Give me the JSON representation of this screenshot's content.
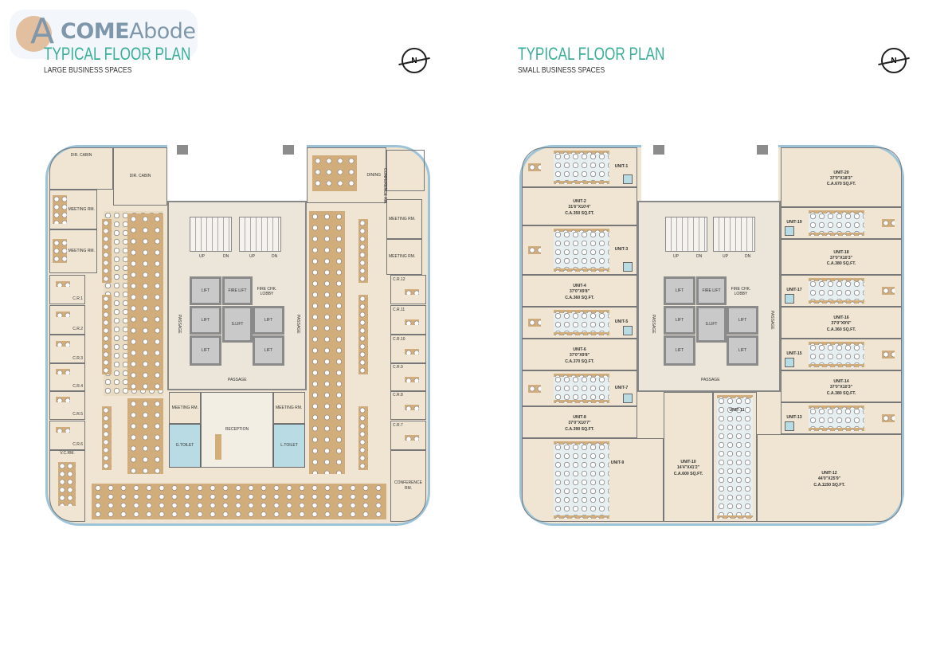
{
  "logo": {
    "brand_bold": "COME",
    "brand_light": "Abode"
  },
  "left": {
    "title": "TYPICAL FLOOR PLAN",
    "subtitle": "LARGE BUSINESS SPACES",
    "rooms": {
      "dir_cabin_1": "DIR. CABIN",
      "dir_cabin_2": "DIR. CABIN",
      "dining": "DINING",
      "meeting_1": "MEETING RM.",
      "meeting_2": "MEETING RM.",
      "meeting_3": "MEETING RM.",
      "meeting_4": "MEETING RM.",
      "meeting_5": "MEETING RM.",
      "meeting_6": "MEETING RM.",
      "conference_1": "CONFERENCE RM.",
      "conference_2": "CONFERENCE RM.",
      "vc_rm": "V.C.RM.",
      "reception": "RECEPTION",
      "g_toilet": "G.TOILET",
      "l_toilet": "L.TOILET",
      "cr_left": [
        "C.R.1",
        "C.R.2",
        "C.R.3",
        "C.R.4",
        "C.R.5",
        "C.R.6"
      ],
      "cr_right": [
        "C.R.12",
        "C.R.11",
        "C.R.10",
        "C.R.9",
        "C.R.8",
        "C.R.7"
      ]
    },
    "core": {
      "up1": "UP",
      "dn1": "DN",
      "up2": "UP",
      "dn2": "DN",
      "lift": "LIFT",
      "fire_lift": "FIRE LIFT",
      "s_lift": "S.LIFT",
      "fire_lobby": "FIRE CHK. LOBBY",
      "passage": "PASSAGE"
    }
  },
  "right": {
    "title": "TYPICAL FLOOR PLAN",
    "subtitle": "SMALL BUSINESS SPACES",
    "units": {
      "u1": {
        "name": "UNIT-1"
      },
      "u2": {
        "name": "UNIT-2",
        "dim": "31'6\"X10'4\"",
        "area": "C.A.350 SQ.FT."
      },
      "u3": {
        "name": "UNIT-3"
      },
      "u4": {
        "name": "UNIT-4",
        "dim": "37'0\"X9'8\"",
        "area": "C.A.360 SQ.FT."
      },
      "u5": {
        "name": "UNIT-5"
      },
      "u6": {
        "name": "UNIT-6",
        "dim": "37'0\"X9'8\"",
        "area": "C.A.370 SQ.FT."
      },
      "u7": {
        "name": "UNIT-7"
      },
      "u8": {
        "name": "UNIT-8",
        "dim": "37'0\"X10'7\"",
        "area": "C.A.390 SQ.FT."
      },
      "u9": {
        "name": "UNIT-9"
      },
      "u10": {
        "name": "UNIT-10",
        "dim": "14'4\"X41'2\"",
        "area": "C.A.600 SQ.FT."
      },
      "u11": {
        "name": "UNIT-11"
      },
      "u12": {
        "name": "UNIT-12",
        "dim": "44'0\"X25'9\"",
        "area": "C.A.1150 SQ.FT."
      },
      "u13": {
        "name": "UNIT-13"
      },
      "u14": {
        "name": "UNIT-14",
        "dim": "37'0\"X10'3\"",
        "area": "C.A.380 SQ.FT."
      },
      "u15": {
        "name": "UNIT-15"
      },
      "u16": {
        "name": "UNIT-16",
        "dim": "37'0\"X9'6\"",
        "area": "C.A.360 SQ.FT."
      },
      "u17": {
        "name": "UNIT-17"
      },
      "u18": {
        "name": "UNIT-18",
        "dim": "37'0\"X10'3\"",
        "area": "C.A.380 SQ.FT."
      },
      "u19": {
        "name": "UNIT-19"
      },
      "u20": {
        "name": "UNIT-20",
        "dim": "37'0\"X18'3\"",
        "area": "C.A.670 SQ.FT."
      }
    },
    "core": {
      "up1": "UP",
      "dn1": "DN",
      "up2": "UP",
      "dn2": "DN",
      "lift": "LIFT",
      "fire_lift": "FIRE LIFT",
      "s_lift": "S.LIFT",
      "fire_lobby": "FIRE CHK. LOBBY",
      "passage": "PASSAGE"
    }
  }
}
